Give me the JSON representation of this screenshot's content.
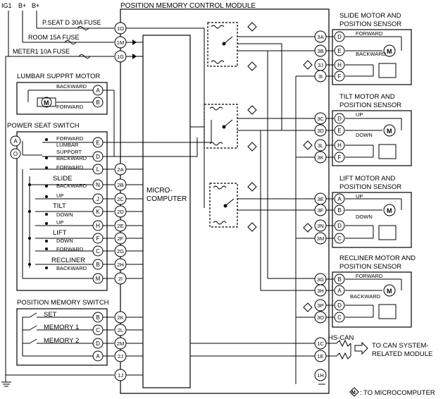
{
  "power": {
    "ig1": "IG1",
    "b1": "B+",
    "b2": "B+"
  },
  "fuses": {
    "pseat": "P.SEAT D 30A FUSE",
    "room": "ROOM 15A FUSE",
    "meter": "METER1 10A FUSE"
  },
  "module": {
    "title": "POSITION MEMORY CONTROL MODULE",
    "micro_1": "MICRO-",
    "micro_2": "COMPUTER"
  },
  "lumbar": {
    "title": "LUMBAR SUPPRT MOTOR",
    "backward": "BACKWARD",
    "forward": "FORWARD"
  },
  "pss": {
    "title": "POWER SEAT SWITCH",
    "lumbar_forward": "FORWARD",
    "lumbar": "LUMBAR",
    "support": "SUPPORT",
    "lumbar_backward": "BACKWARD",
    "slide": "SLIDE",
    "slide_forward": "FORWARD",
    "slide_backward": "BACKWARD",
    "tilt": "TILT",
    "tilt_up": "UP",
    "tilt_down": "DOWN",
    "lift": "LIFT",
    "lift_up": "UP",
    "lift_down": "DOWN",
    "recliner": "RECLINER",
    "rec_forward": "FORWARD",
    "rec_backward": "BACKWARD"
  },
  "pms": {
    "title": "POSITION MEMORY SWITCH",
    "set": "SET",
    "memory1": "MEMORY 1",
    "memory2": "MEMORY 2"
  },
  "motors": {
    "slide": {
      "title1": "SLIDE MOTOR AND",
      "title2": "POSITION SENSOR",
      "a": "FORWARD",
      "b": "BACKWARD"
    },
    "tilt": {
      "title1": "TILT MOTOR AND",
      "title2": "POSITION SENSOR",
      "a": "UP",
      "b": "DOWN"
    },
    "lift": {
      "title1": "LIFT MOTOR AND",
      "title2": "POSITION SENSOR",
      "a": "UP",
      "b": "DOWN"
    },
    "recliner": {
      "title1": "RECLINER MOTOR AND",
      "title2": "POSITION SENSOR",
      "a": "FORWARD",
      "b": "BACKWARD"
    }
  },
  "hscan": {
    "label": "HS-CAN",
    "dest1": "TO CAN SYSTEM-",
    "dest2": "RELATED MODULE"
  },
  "legend": {
    "symbol": "M",
    "text": ": TO MICROCOMPUTER"
  },
  "pins": {
    "1O": "1O",
    "1M": "1M",
    "1G": "1G",
    "1C": "1C",
    "1E": "1E",
    "1H": "1H",
    "1J": "1J",
    "2A": "2A",
    "2B": "2B",
    "2C": "2C",
    "2D": "2D",
    "2E": "2E",
    "2F": "2F",
    "2G": "2G",
    "2H": "2H",
    "2I": "2I",
    "2K": "2K",
    "2L": "2L",
    "2M": "2M",
    "2J": "2J",
    "3A": "3A",
    "3B": "3B",
    "3J": "3J",
    "3I": "3I",
    "3C": "3C",
    "3D": "3D",
    "3L": "3L",
    "3K": "3K",
    "3E": "3E",
    "3F": "3F",
    "3N": "3N",
    "3M": "3M",
    "3G": "3G",
    "3H": "3H",
    "3P": "3P",
    "3O": "3O",
    "lum_A": "A",
    "lum_B": "B",
    "pss_A": "A",
    "pss_O": "O",
    "pss_E": "E",
    "pss_D": "D",
    "pss_L": "L",
    "pss_N": "N",
    "pss_J": "J",
    "pss_K": "K",
    "pss_H": "H",
    "pss_F": "F",
    "pss_C": "C",
    "pss_B": "B",
    "pss_M": "M",
    "pms_B": "B",
    "pms_C": "C",
    "pms_D": "D",
    "pms_A": "A",
    "sl_D": "D",
    "sl_E": "E",
    "sl_H": "H",
    "sl_F": "F",
    "ti_D": "D",
    "ti_E": "E",
    "ti_H": "H",
    "ti_F": "F",
    "li_A": "A",
    "li_B": "B",
    "li_D": "D",
    "li_C": "C",
    "re_B": "B",
    "re_A": "A",
    "re_D": "D",
    "re_C": "C"
  }
}
